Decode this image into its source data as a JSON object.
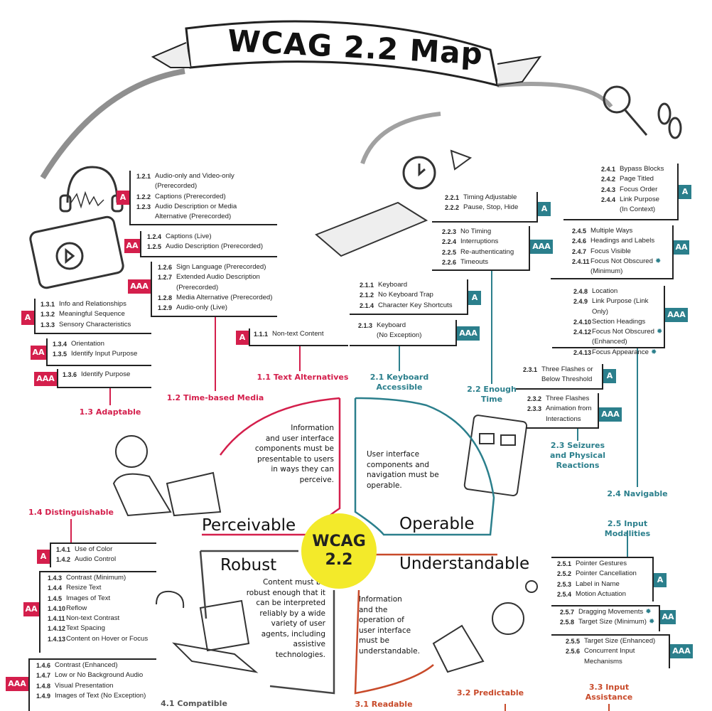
{
  "title": "WCAG 2.2 Map",
  "center_label": "WCAG\n2.2",
  "colors": {
    "perceivable": "#d41f4c",
    "operable": "#2b7f8c",
    "understandable": "#c84a2a",
    "robust": "#555555",
    "center": "#f3ea2a"
  },
  "new_marker_icon": "gear-badge-icon",
  "principles": {
    "perceivable": {
      "name": "Perceivable",
      "description": "Information\nand user interface\ncomponents must be\npresentable to users\nin ways they can\nperceive."
    },
    "operable": {
      "name": "Operable",
      "description": "User interface\ncomponents and\nnavigation must be\noperable."
    },
    "robust": {
      "name": "Robust",
      "description": "Content must be\nrobust enough that it\ncan be interpreted\nreliably by a wide\nvariety of user\nagents, including\nassistive\ntechnologies."
    },
    "understandable": {
      "name": "Understandable",
      "description": "Information\nand the\noperation of\nuser interface\nmust be\nunderstandable."
    }
  },
  "guidelines": {
    "g11": "1.1 Text Alternatives",
    "g12": "1.2 Time-based Media",
    "g13": "1.3 Adaptable",
    "g14": "1.4 Distinguishable",
    "g21": "2.1 Keyboard\nAccessible",
    "g22": "2.2 Enough\nTime",
    "g23": "2.3 Seizures\nand Physical\nReactions",
    "g24": "2.4 Navigable",
    "g25": "2.5 Input Modalities",
    "g31": "3.1 Readable",
    "g32": "3.2     Predictable",
    "g33": "3.3 Input\nAssistance",
    "g41": "4.1 Compatible"
  },
  "groups": {
    "g121": {
      "level": "A",
      "items": [
        {
          "num": "1.2.1",
          "text": "Audio-only and Video-only\n(Prerecorded)"
        },
        {
          "num": "1.2.2",
          "text": "Captions (Prerecorded)"
        },
        {
          "num": "1.2.3",
          "text": "Audio Description or Media\nAlternative (Prerecorded)"
        }
      ]
    },
    "g124": {
      "level": "AA",
      "items": [
        {
          "num": "1.2.4",
          "text": "Captions (Live)"
        },
        {
          "num": "1.2.5",
          "text": "Audio Description (Prerecorded)"
        }
      ]
    },
    "g126": {
      "level": "AAA",
      "items": [
        {
          "num": "1.2.6",
          "text": "Sign Language (Prerecorded)"
        },
        {
          "num": "1.2.7",
          "text": "Extended Audio Description\n(Prerecorded)"
        },
        {
          "num": "1.2.8",
          "text": "Media Alternative (Prerecorded)"
        },
        {
          "num": "1.2.9",
          "text": "Audio-only (Live)"
        }
      ]
    },
    "g131": {
      "level": "A",
      "items": [
        {
          "num": "1.3.1",
          "text": "Info and Relationships"
        },
        {
          "num": "1.3.2",
          "text": "Meaningful Sequence"
        },
        {
          "num": "1.3.3",
          "text": "Sensory Characteristics"
        }
      ]
    },
    "g134": {
      "level": "AA",
      "items": [
        {
          "num": "1.3.4",
          "text": "Orientation"
        },
        {
          "num": "1.3.5",
          "text": "Identify Input Purpose"
        }
      ]
    },
    "g136": {
      "level": "AAA",
      "items": [
        {
          "num": "1.3.6",
          "text": "Identify Purpose"
        }
      ]
    },
    "g111": {
      "level": "A",
      "items": [
        {
          "num": "1.1.1",
          "text": "Non-text Content"
        }
      ]
    },
    "g141": {
      "level": "A",
      "items": [
        {
          "num": "1.4.1",
          "text": "Use of Color"
        },
        {
          "num": "1.4.2",
          "text": "Audio Control"
        }
      ]
    },
    "g143": {
      "level": "AA",
      "items": [
        {
          "num": "1.4.3",
          "text": "Contrast (Minimum)"
        },
        {
          "num": "1.4.4",
          "text": "Resize Text"
        },
        {
          "num": "1.4.5",
          "text": "Images of Text"
        },
        {
          "num": "1.4.10",
          "text": "Reflow"
        },
        {
          "num": "1.4.11",
          "text": "Non-text Contrast"
        },
        {
          "num": "1.4.12",
          "text": "Text Spacing"
        },
        {
          "num": "1.4.13",
          "text": "Content on Hover or Focus"
        }
      ]
    },
    "g146": {
      "level": "AAA",
      "items": [
        {
          "num": "1.4.6",
          "text": "Contrast (Enhanced)"
        },
        {
          "num": "1.4.7",
          "text": "Low or No Background Audio"
        },
        {
          "num": "1.4.8",
          "text": "Visual Presentation"
        },
        {
          "num": "1.4.9",
          "text": "Images of Text (No Exception)"
        }
      ]
    },
    "g221": {
      "level": "A",
      "items": [
        {
          "num": "2.2.1",
          "text": "Timing Adjustable"
        },
        {
          "num": "2.2.2",
          "text": "Pause, Stop, Hide"
        }
      ]
    },
    "g223": {
      "level": "AAA",
      "items": [
        {
          "num": "2.2.3",
          "text": "No Timing"
        },
        {
          "num": "2.2.4",
          "text": "Interruptions"
        },
        {
          "num": "2.2.5",
          "text": "Re-authenticating"
        },
        {
          "num": "2.2.6",
          "text": "Timeouts"
        }
      ]
    },
    "g211": {
      "level": "A",
      "items": [
        {
          "num": "2.1.1",
          "text": "Keyboard"
        },
        {
          "num": "2.1.2",
          "text": "No Keyboard Trap"
        },
        {
          "num": "2.1.4",
          "text": "Character Key Shortcuts"
        }
      ]
    },
    "g213": {
      "level": "AAA",
      "items": [
        {
          "num": "2.1.3",
          "text": "Keyboard\n(No Exception)"
        }
      ]
    },
    "g241": {
      "level": "A",
      "items": [
        {
          "num": "2.4.1",
          "text": "Bypass Blocks"
        },
        {
          "num": "2.4.2",
          "text": "Page Titled"
        },
        {
          "num": "2.4.3",
          "text": "Focus Order"
        },
        {
          "num": "2.4.4",
          "text": "Link Purpose\n(In Context)"
        }
      ]
    },
    "g245": {
      "level": "AA",
      "items": [
        {
          "num": "2.4.5",
          "text": "Multiple Ways"
        },
        {
          "num": "2.4.6",
          "text": "Headings and Labels"
        },
        {
          "num": "2.4.7",
          "text": "Focus Visible"
        },
        {
          "num": "2.4.11",
          "text": "Focus Not Obscured\n(Minimum)",
          "new": true
        }
      ]
    },
    "g248": {
      "level": "AAA",
      "items": [
        {
          "num": "2.4.8",
          "text": "Location"
        },
        {
          "num": "2.4.9",
          "text": "Link Purpose (Link Only)"
        },
        {
          "num": "2.4.10",
          "text": "Section Headings"
        },
        {
          "num": "2.4.12",
          "text": "Focus Not Obscured\n(Enhanced)",
          "new": true
        },
        {
          "num": "2.4.13",
          "text": "Focus Appearance",
          "new": true
        }
      ]
    },
    "g231": {
      "level": "A",
      "items": [
        {
          "num": "2.3.1",
          "text": "Three Flashes or\nBelow Threshold"
        }
      ]
    },
    "g232": {
      "level": "AAA",
      "items": [
        {
          "num": "2.3.2",
          "text": "Three Flashes"
        },
        {
          "num": "2.3.3",
          "text": "Animation from\nInteractions"
        }
      ]
    },
    "g251": {
      "level": "A",
      "items": [
        {
          "num": "2.5.1",
          "text": "Pointer Gestures"
        },
        {
          "num": "2.5.2",
          "text": "Pointer Cancellation"
        },
        {
          "num": "2.5.3",
          "text": "Label in Name"
        },
        {
          "num": "2.5.4",
          "text": "Motion Actuation"
        }
      ]
    },
    "g257": {
      "level": "AA",
      "items": [
        {
          "num": "2.5.7",
          "text": "Dragging Movements",
          "new": true
        },
        {
          "num": "2.5.8",
          "text": "Target Size (Minimum)",
          "new": true
        }
      ]
    },
    "g255": {
      "level": "AAA",
      "items": [
        {
          "num": "2.5.5",
          "text": "Target Size (Enhanced)"
        },
        {
          "num": "2.5.6",
          "text": "Concurrent Input\nMechanisms"
        }
      ]
    }
  }
}
